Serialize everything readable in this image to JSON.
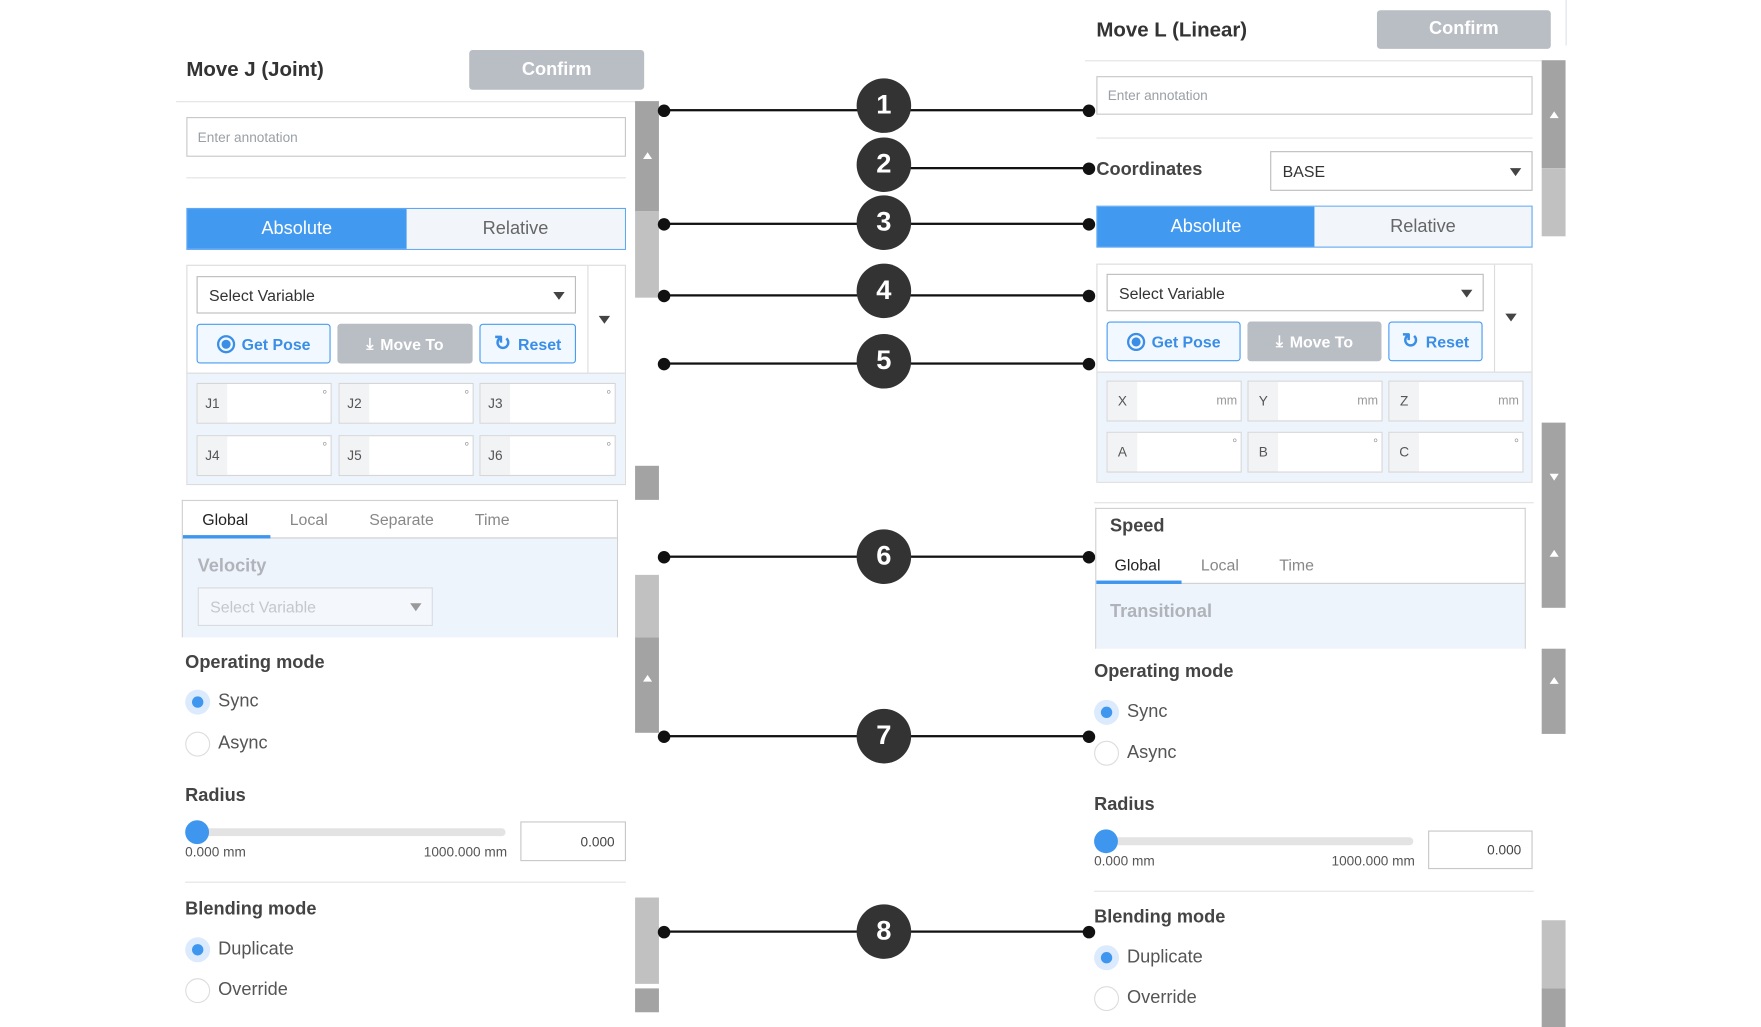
{
  "movej": {
    "title": "Move J (Joint)",
    "confirm": "Confirm",
    "annotation_placeholder": "Enter annotation",
    "seg": {
      "absolute": "Absolute",
      "relative": "Relative",
      "selected": "Absolute"
    },
    "select_variable": "Select Variable",
    "buttons": {
      "get_pose": "Get Pose",
      "move_to": "Move To",
      "reset": "Reset"
    },
    "fields": [
      {
        "label": "J1",
        "unit": "°"
      },
      {
        "label": "J2",
        "unit": "°"
      },
      {
        "label": "J3",
        "unit": "°"
      },
      {
        "label": "J4",
        "unit": "°"
      },
      {
        "label": "J5",
        "unit": "°"
      },
      {
        "label": "J6",
        "unit": "°"
      }
    ],
    "speed_tabs": [
      "Global",
      "Local",
      "Separate",
      "Time"
    ],
    "speed_tab_active": "Global",
    "velocity_label": "Velocity",
    "velocity_select": "Select Variable",
    "operating_mode": {
      "label": "Operating mode",
      "options": [
        "Sync",
        "Async"
      ],
      "selected": "Sync"
    },
    "radius": {
      "label": "Radius",
      "min": "0.000 mm",
      "max": "1000.000 mm",
      "value": "0.000",
      "fraction": 0
    },
    "blending_mode": {
      "label": "Blending mode",
      "options": [
        "Duplicate",
        "Override"
      ],
      "selected": "Duplicate"
    }
  },
  "movel": {
    "title": "Move L (Linear)",
    "confirm": "Confirm",
    "annotation_placeholder": "Enter annotation",
    "coordinates": {
      "label": "Coordinates",
      "value": "BASE"
    },
    "seg": {
      "absolute": "Absolute",
      "relative": "Relative",
      "selected": "Absolute"
    },
    "select_variable": "Select Variable",
    "buttons": {
      "get_pose": "Get Pose",
      "move_to": "Move To",
      "reset": "Reset"
    },
    "fields": [
      {
        "label": "X",
        "unit": "mm"
      },
      {
        "label": "Y",
        "unit": "mm"
      },
      {
        "label": "Z",
        "unit": "mm"
      },
      {
        "label": "A",
        "unit": "°"
      },
      {
        "label": "B",
        "unit": "°"
      },
      {
        "label": "C",
        "unit": "°"
      }
    ],
    "speed": {
      "label": "Speed",
      "tabs": [
        "Global",
        "Local",
        "Time"
      ],
      "active": "Global",
      "section": "Transitional"
    },
    "operating_mode": {
      "label": "Operating mode",
      "options": [
        "Sync",
        "Async"
      ],
      "selected": "Sync"
    },
    "radius": {
      "label": "Radius",
      "min": "0.000 mm",
      "max": "1000.000 mm",
      "value": "0.000",
      "fraction": 0
    },
    "blending_mode": {
      "label": "Blending mode",
      "options": [
        "Duplicate",
        "Override"
      ],
      "selected": "Duplicate"
    }
  },
  "callouts": [
    "1",
    "2",
    "3",
    "4",
    "5",
    "6",
    "7",
    "8"
  ],
  "colors": {
    "accent": "#4299f0",
    "disabled": "#b9bdc4",
    "callout": "#333333"
  }
}
